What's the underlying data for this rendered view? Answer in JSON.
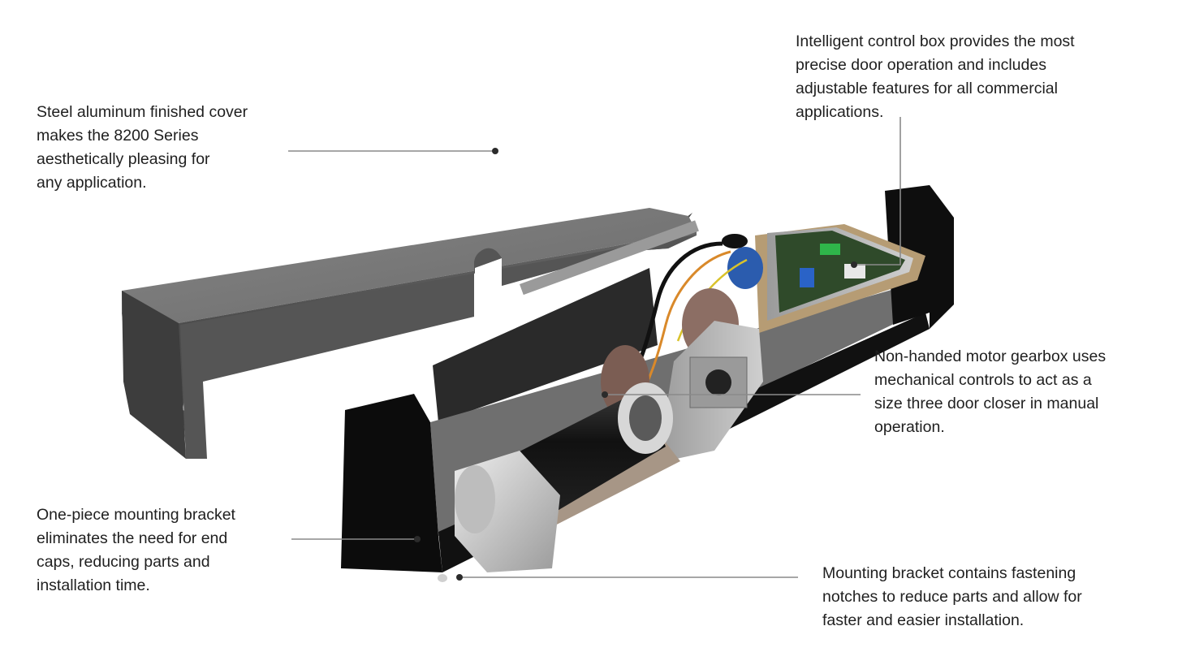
{
  "callouts": {
    "cover": {
      "lines": [
        "Steel aluminum finished cover",
        "makes the 8200 Series",
        "aesthetically pleasing for",
        "any application."
      ]
    },
    "control_box": {
      "lines": [
        "Intelligent control box provides the most",
        "precise door operation and includes",
        "adjustable features for all commercial",
        "applications."
      ]
    },
    "motor_gearbox": {
      "lines": [
        "Non-handed motor gearbox uses",
        "mechanical controls to act as a",
        "size three door closer in manual",
        "operation."
      ]
    },
    "one_piece_bracket": {
      "lines": [
        "One-piece mounting bracket",
        "eliminates the need for end",
        "caps, reducing parts and",
        "installation time."
      ]
    },
    "fastening_notches": {
      "lines": [
        "Mounting bracket contains fastening",
        "notches to reduce parts and allow for",
        "faster and easier installation."
      ]
    }
  },
  "colors": {
    "leader_line": "#8a8a8a",
    "cover": "#5e5e5e",
    "bracket": "#111111",
    "motor": "#1a1a1a",
    "gearbox": "#c9c9c9",
    "circuit_board": "#2f4a2a",
    "text": "#1f1f1f"
  }
}
